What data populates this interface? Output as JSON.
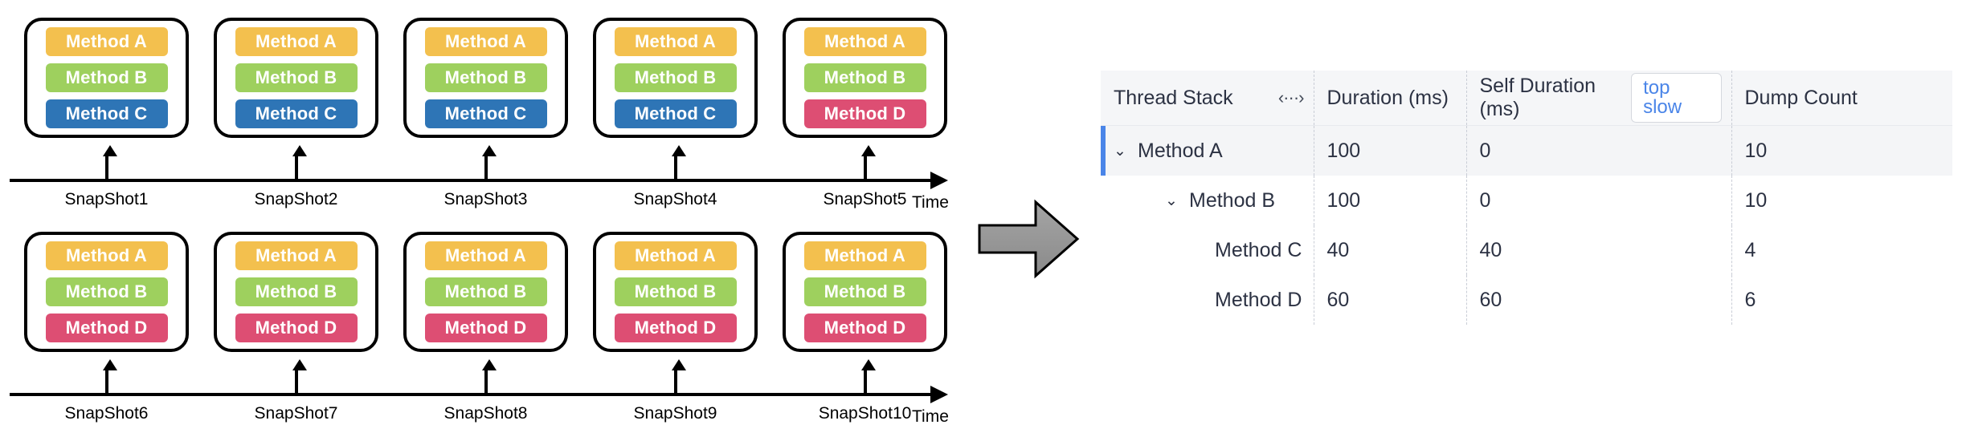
{
  "diagram": {
    "method_colors": {
      "Method A": "#f3c04e",
      "Method B": "#9ed05e",
      "Method C": "#2e75b6",
      "Method D": "#dd4e73"
    },
    "time_axis_label": "Time",
    "rows": [
      {
        "snapshots": [
          {
            "label": "SnapShot1",
            "methods": [
              "Method A",
              "Method B",
              "Method C"
            ]
          },
          {
            "label": "SnapShot2",
            "methods": [
              "Method A",
              "Method B",
              "Method C"
            ]
          },
          {
            "label": "SnapShot3",
            "methods": [
              "Method A",
              "Method B",
              "Method C"
            ]
          },
          {
            "label": "SnapShot4",
            "methods": [
              "Method A",
              "Method B",
              "Method C"
            ]
          },
          {
            "label": "SnapShot5",
            "methods": [
              "Method A",
              "Method B",
              "Method D"
            ]
          }
        ]
      },
      {
        "snapshots": [
          {
            "label": "SnapShot6",
            "methods": [
              "Method A",
              "Method B",
              "Method D"
            ]
          },
          {
            "label": "SnapShot7",
            "methods": [
              "Method A",
              "Method B",
              "Method D"
            ]
          },
          {
            "label": "SnapShot8",
            "methods": [
              "Method A",
              "Method B",
              "Method D"
            ]
          },
          {
            "label": "SnapShot9",
            "methods": [
              "Method A",
              "Method B",
              "Method D"
            ]
          },
          {
            "label": "SnapShot10",
            "methods": [
              "Method A",
              "Method B",
              "Method D"
            ]
          }
        ]
      }
    ]
  },
  "flow_arrow": {
    "icon": "right-arrow-icon",
    "color": "#8c8c8c"
  },
  "table": {
    "columns": [
      {
        "key": "thread_stack",
        "label": "Thread Stack",
        "icon": "resize-handle-icon",
        "icon_glyph": "‹···›"
      },
      {
        "key": "duration",
        "label": "Duration (ms)"
      },
      {
        "key": "self_duration",
        "label": "Self Duration (ms)"
      },
      {
        "key": "top_slow",
        "label": "top slow",
        "is_button": true,
        "accent": "#4a85e8"
      },
      {
        "key": "dump_count",
        "label": "Dump Count"
      }
    ],
    "rows": [
      {
        "name": "Method A",
        "depth": 1,
        "expanded": true,
        "chevron": "⌄",
        "duration": "100",
        "self_duration": "0",
        "dump_count": "10",
        "highlighted": true
      },
      {
        "name": "Method B",
        "depth": 2,
        "expanded": true,
        "chevron": "⌄",
        "duration": "100",
        "self_duration": "0",
        "dump_count": "10",
        "highlighted": false
      },
      {
        "name": "Method C",
        "depth": 3,
        "expanded": false,
        "chevron": "",
        "duration": "40",
        "self_duration": "40",
        "dump_count": "4",
        "highlighted": false
      },
      {
        "name": "Method D",
        "depth": 3,
        "expanded": false,
        "chevron": "",
        "duration": "60",
        "self_duration": "60",
        "dump_count": "6",
        "highlighted": false
      }
    ]
  }
}
